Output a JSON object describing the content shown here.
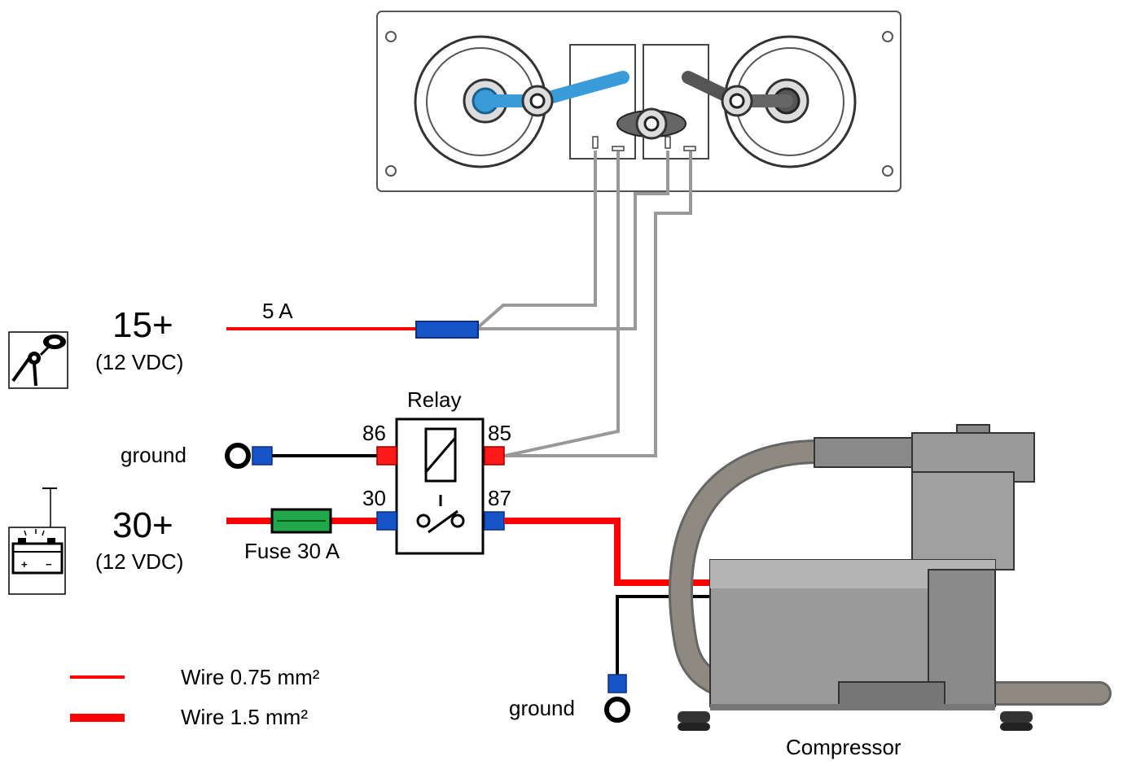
{
  "ignition": {
    "label": "15+",
    "voltage": "(12 VDC)",
    "fuse_rating": "5 A",
    "icon": "ignition-key-icon"
  },
  "battery": {
    "label": "30+",
    "voltage": "(12 VDC)",
    "icon": "battery-icon"
  },
  "fuse": {
    "label": "Fuse 30 A",
    "color": "#22a84a"
  },
  "relay": {
    "title": "Relay",
    "pins": {
      "p86": "86",
      "p85": "85",
      "p30": "30",
      "p87": "87"
    }
  },
  "grounds": {
    "relay_ground": "ground",
    "compressor_ground": "ground"
  },
  "compressor": {
    "label": "Compressor"
  },
  "legend": {
    "thin": {
      "label": "Wire 0.75 mm²",
      "color": "#ff0000"
    },
    "thick": {
      "label": "Wire 1.5 mm²",
      "color": "#ff0000"
    }
  },
  "colors": {
    "wire_red": "#ff0000",
    "wire_gray": "#999999",
    "connector_blue": "#1555c8",
    "connector_red": "#ff1a1a",
    "toggle_blue": "#3a9bd9"
  }
}
